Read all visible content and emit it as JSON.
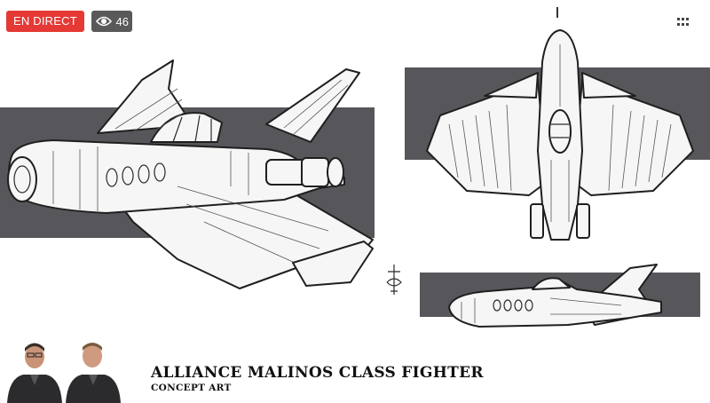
{
  "stream": {
    "live_label": "EN DIRECT",
    "viewer_count": "46",
    "live_color": "#e53935"
  },
  "icons": {
    "viewers": "eye-icon",
    "menu": "more-options-icon"
  },
  "caption": {
    "title": "ALLIANCE MALINOS CLASS FIGHTER",
    "subtitle": "CONCEPT ART"
  },
  "colors": {
    "backdrop_band": "#57565a",
    "ink": "#1f1f1f"
  }
}
